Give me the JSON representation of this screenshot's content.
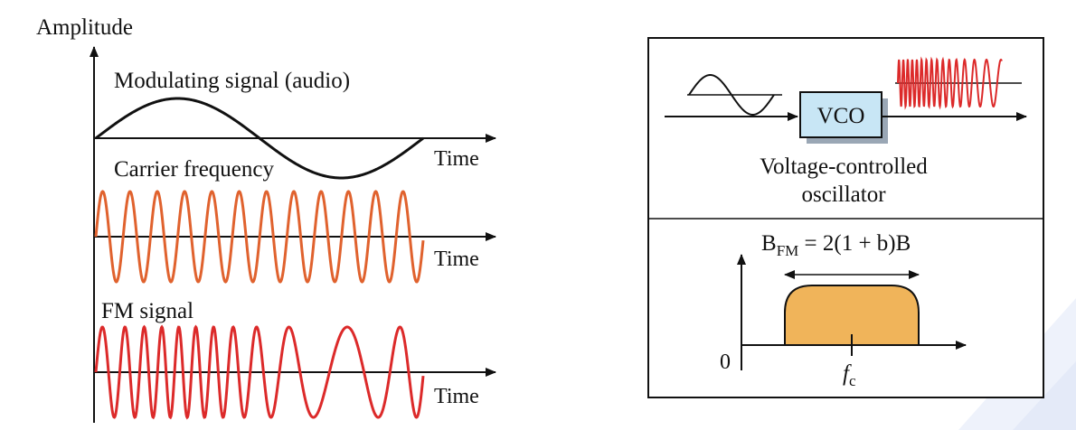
{
  "left_panel": {
    "y_axis_label": "Amplitude",
    "modulating_label": "Modulating signal (audio)",
    "carrier_label": "Carrier frequency",
    "fm_label": "FM signal",
    "time_label": "Time"
  },
  "right_panel": {
    "vco_label": "VCO",
    "vco_caption_line1": "Voltage-controlled",
    "vco_caption_line2": "oscillator",
    "bandwidth_formula_main": "B",
    "bandwidth_formula_sub": "FM",
    "bandwidth_formula_rest": " = 2(1 + b)B",
    "origin_label": "0",
    "center_freq_main": "f",
    "center_freq_sub": "c"
  },
  "colors": {
    "modulating": "#111111",
    "carrier": "#e0622e",
    "fm": "#dc2a2a",
    "vco_fill": "#c8e6f5",
    "spectrum_fill": "#f0b45a"
  }
}
